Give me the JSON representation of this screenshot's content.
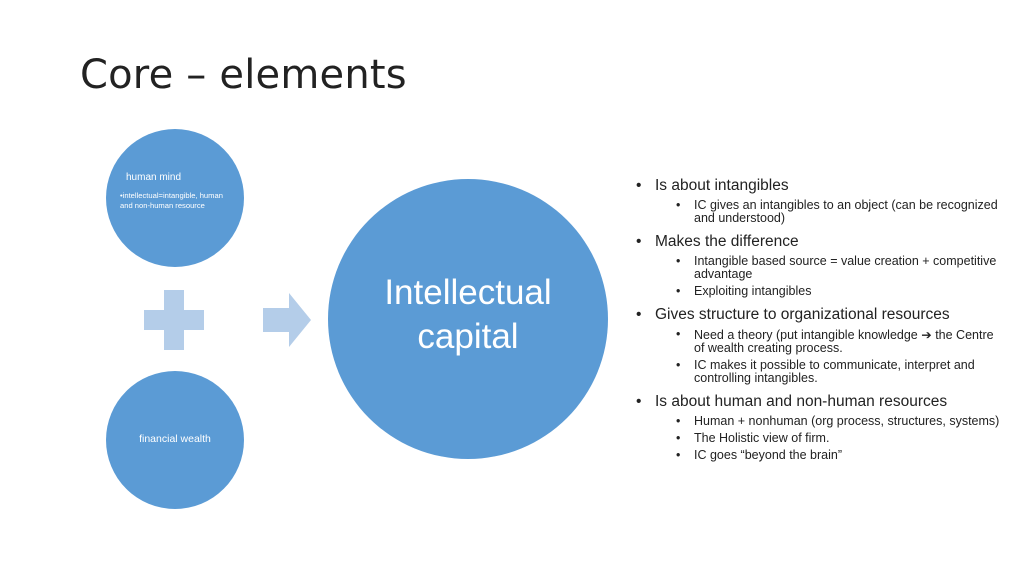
{
  "slide": {
    "title": "Core – elements"
  },
  "diagram": {
    "human_mind": {
      "title": "human mind",
      "detail": "•intellectual=intangible, human and non-human resource"
    },
    "financial_wealth": {
      "label": "financial wealth"
    },
    "intellectual_capital": {
      "line1": "Intellectual",
      "line2": "capital"
    },
    "plus_symbol": "plus-icon",
    "arrow_symbol": "arrow-right-icon",
    "colors": {
      "circle": "#5b9bd5",
      "symbol": "#b4cde9",
      "text_on_circle": "#ffffff"
    }
  },
  "bullets": [
    {
      "text": "Is about intangibles",
      "sub": [
        "IC gives an intangibles to an object (can be recognized and understood)"
      ]
    },
    {
      "text": "Makes the difference",
      "sub": [
        "Intangible based source = value creation + competitive advantage",
        "Exploiting intangibles"
      ]
    },
    {
      "text": "Gives structure to organizational resources",
      "sub_first_start": "Need a theory (put intangible knowledge ",
      "sub_first_arrow": "➔",
      "sub_first_end": " the Centre of wealth creating process.",
      "sub": [
        "IC makes it possible to communicate, interpret and controlling intangibles."
      ]
    },
    {
      "text": "Is about human and non-human resources",
      "sub": [
        "Human + nonhuman (org process, structures, systems)",
        "The Holistic view of firm.",
        "IC goes “beyond the brain”"
      ]
    }
  ]
}
